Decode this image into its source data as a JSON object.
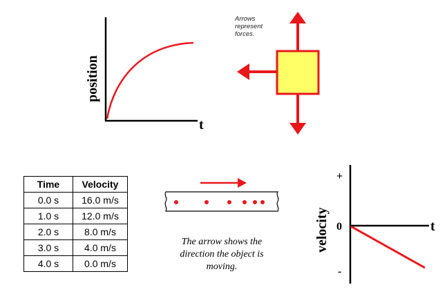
{
  "position_graph": {
    "ylabel": "position",
    "xlabel": "t",
    "curve_color": "#e8171c"
  },
  "forces": {
    "note_lines": [
      "Arrows",
      "represent",
      "forces."
    ],
    "box_color": "#ffff66",
    "arrow_color": "#e8171c"
  },
  "table": {
    "headers": [
      "Time",
      "Velocity"
    ],
    "rows": [
      [
        "0.0 s",
        "16.0 m/s"
      ],
      [
        "1.0 s",
        "12.0 m/s"
      ],
      [
        "2.0 s",
        "8.0 m/s"
      ],
      [
        "3.0 s",
        "4.0 m/s"
      ],
      [
        "4.0 s",
        "0.0 m/s"
      ]
    ]
  },
  "dot_strip": {
    "caption_lines": [
      "The arrow shows the",
      "direction the object is",
      "moving."
    ],
    "dot_color": "#e8171c"
  },
  "velocity_graph": {
    "ylabel": "velocity",
    "xlabel": "t",
    "plus": "+",
    "zero": "0",
    "minus": "-",
    "line_color": "#e8171c"
  }
}
